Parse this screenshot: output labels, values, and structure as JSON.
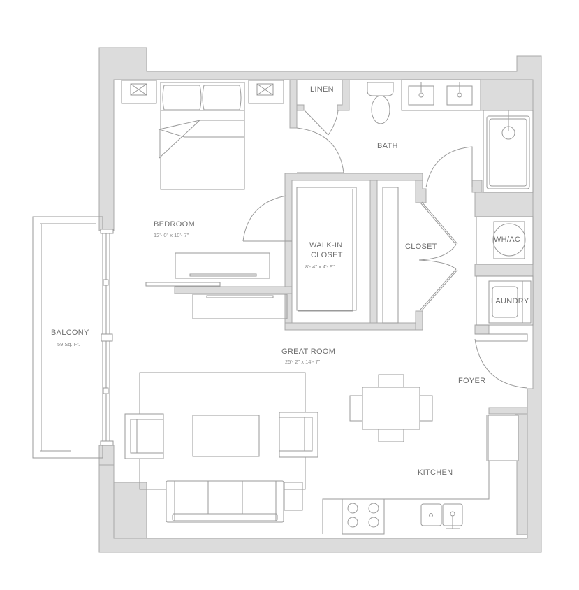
{
  "floorplan": {
    "rooms": {
      "linen": {
        "label": "LINEN"
      },
      "bath": {
        "label": "BATH"
      },
      "bedroom": {
        "label": "BEDROOM",
        "dimensions": "12'- 0\" x 10'- 7\""
      },
      "walk_in_closet": {
        "label_line1": "WALK-IN",
        "label_line2": "CLOSET",
        "dimensions": "8'- 4\" x 4'- 9\""
      },
      "closet": {
        "label": "CLOSET"
      },
      "wh_ac": {
        "label": "WH/AC"
      },
      "laundry": {
        "label": "LAUNDRY"
      },
      "balcony": {
        "label": "BALCONY",
        "area": "59 Sq. Ft."
      },
      "great_room": {
        "label": "GREAT ROOM",
        "dimensions": "25'- 2\" x 14'- 7\""
      },
      "foyer": {
        "label": "FOYER"
      },
      "kitchen": {
        "label": "KITCHEN"
      }
    },
    "colors": {
      "wall_fill": "#dcdcdc",
      "line": "#9a9a9a",
      "label_text": "#6d6d6d",
      "background": "#ffffff"
    }
  }
}
